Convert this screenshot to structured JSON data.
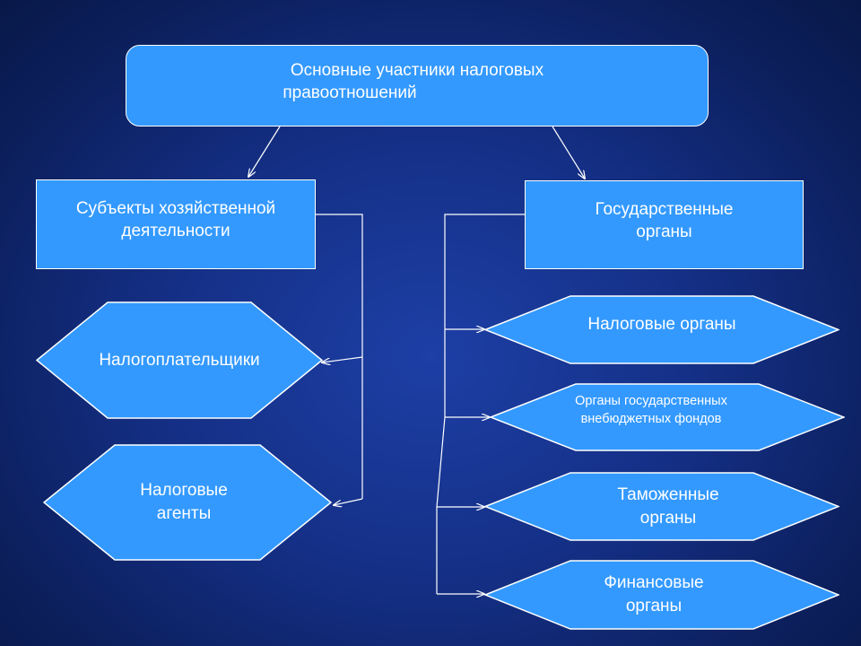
{
  "colors": {
    "node_fill": "#3399ff",
    "node_stroke": "#ffffff",
    "background": "#142f85"
  },
  "root": {
    "label_line1": "Основные участники налоговых",
    "label_line2": "правоотношений"
  },
  "left_branch": {
    "label_line1": "Субъекты хозяйственной",
    "label_line2": "деятельности",
    "children": [
      {
        "line1": "Налогоплательщики",
        "line2": ""
      },
      {
        "line1": "Налоговые",
        "line2": "агенты"
      }
    ]
  },
  "right_branch": {
    "label_line1": "Государственные",
    "label_line2": "органы",
    "children": [
      {
        "line1": "Налоговые органы",
        "line2": ""
      },
      {
        "line1": "Органы государственных",
        "line2": "внебюджетных фондов"
      },
      {
        "line1": "Таможенные",
        "line2": "органы"
      },
      {
        "line1": "Финансовые",
        "line2": "органы"
      }
    ]
  }
}
